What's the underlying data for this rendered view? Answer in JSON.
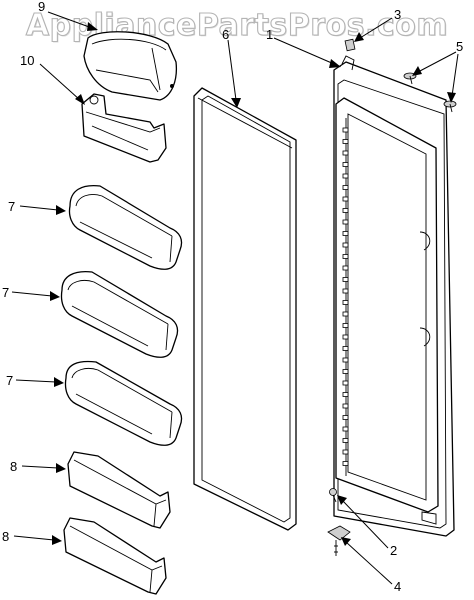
{
  "watermark": "AppliancePartsPros.com",
  "callouts": {
    "door": "1",
    "hinge_bushing": "2",
    "cap_top": "3",
    "hinge_bottom": "4",
    "screws": "5",
    "gasket": "6",
    "bin_a": "7",
    "bin_b": "7",
    "bin_c": "7",
    "shelf_a": "8",
    "shelf_b": "8",
    "dairy_door": "9",
    "dairy_bin": "10"
  }
}
